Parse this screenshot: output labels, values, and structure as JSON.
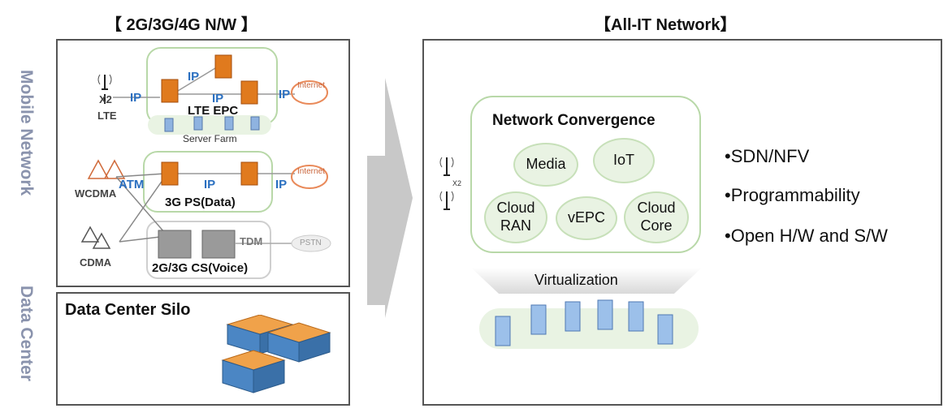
{
  "left_title": "【 2G/3G/4G N/W 】",
  "right_title": "【All-IT Network】",
  "side_labels": {
    "mobile": "Mobile Network",
    "datacenter": "Data Center"
  },
  "mobile": {
    "lte": "LTE",
    "x2": "X2",
    "ip_labels": [
      "IP",
      "IP",
      "IP",
      "IP",
      "IP",
      "IP"
    ],
    "lte_epc": "LTE EPC",
    "server_farm": "Server Farm",
    "internet": "Internet",
    "wcdma": "WCDMA",
    "atm": "ATM",
    "ps": "3G PS(Data)",
    "cdma": "CDMA",
    "tdm": "TDM",
    "pstn": "PSTN",
    "cs": "2G/3G CS(Voice)"
  },
  "datacenter": {
    "title": "Data Center Silo"
  },
  "allit": {
    "convergence_title": "Network Convergence",
    "clouds": [
      "Media",
      "IoT",
      "Cloud\nRAN",
      "vEPC",
      "Cloud\nCore"
    ],
    "x2": "X2",
    "virtualization": "Virtualization"
  },
  "bullets": [
    "•SDN/NFV",
    "•Programmability",
    "•Open H/W and S/W"
  ],
  "colors": {
    "ip_blue": "#2a6fc0",
    "green_border": "#b8d8a8",
    "cloud_fill": "#e9f3e3",
    "server_orange": "#e07a1e",
    "side_label": "#8a93ad"
  }
}
